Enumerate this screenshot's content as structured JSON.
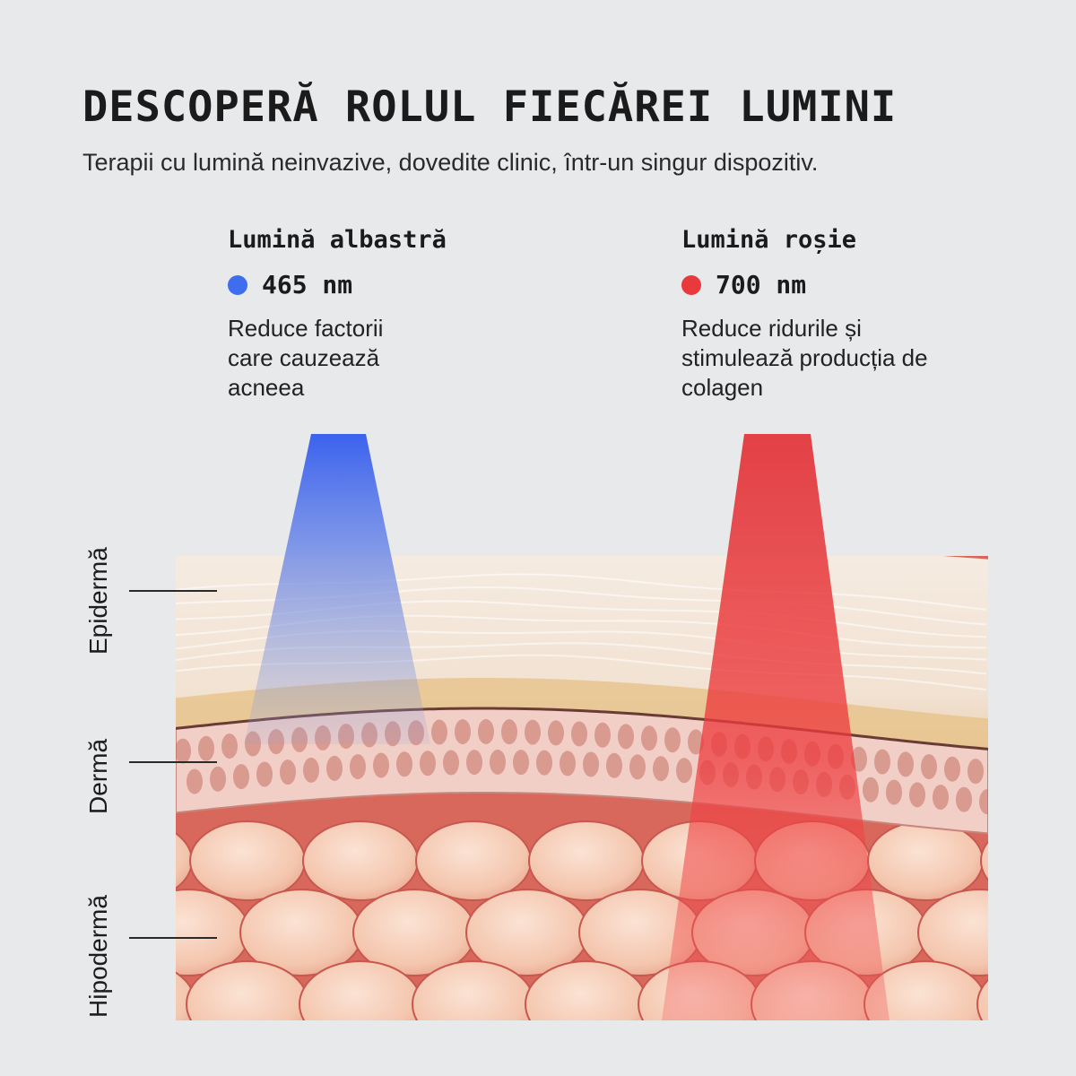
{
  "title": "DESCOPERĂ ROLUL FIECĂREI LUMINI",
  "subtitle": "Terapii cu lumină neinvazive, dovedite clinic, într-un singur dispozitiv.",
  "lights": [
    {
      "name": "Lumină albastră",
      "wavelength": "465 nm",
      "description": "Reduce factorii care cauzează acneea",
      "color": "#3f6df0"
    },
    {
      "name": "Lumină roșie",
      "wavelength": "700 nm",
      "description": "Reduce ridurile și stimulează producția de colagen",
      "color": "#e8393c"
    }
  ],
  "layers": [
    "Epidermă",
    "Dermă",
    "Hipodermă"
  ],
  "colors": {
    "background": "#e7e9eb",
    "epidermis": "#f4e9df",
    "epidermis_base": "#e9c690",
    "dermis": "#f0c9c0",
    "hypodermis": "#d9655a",
    "fat_cell": "#f5c8b2"
  }
}
